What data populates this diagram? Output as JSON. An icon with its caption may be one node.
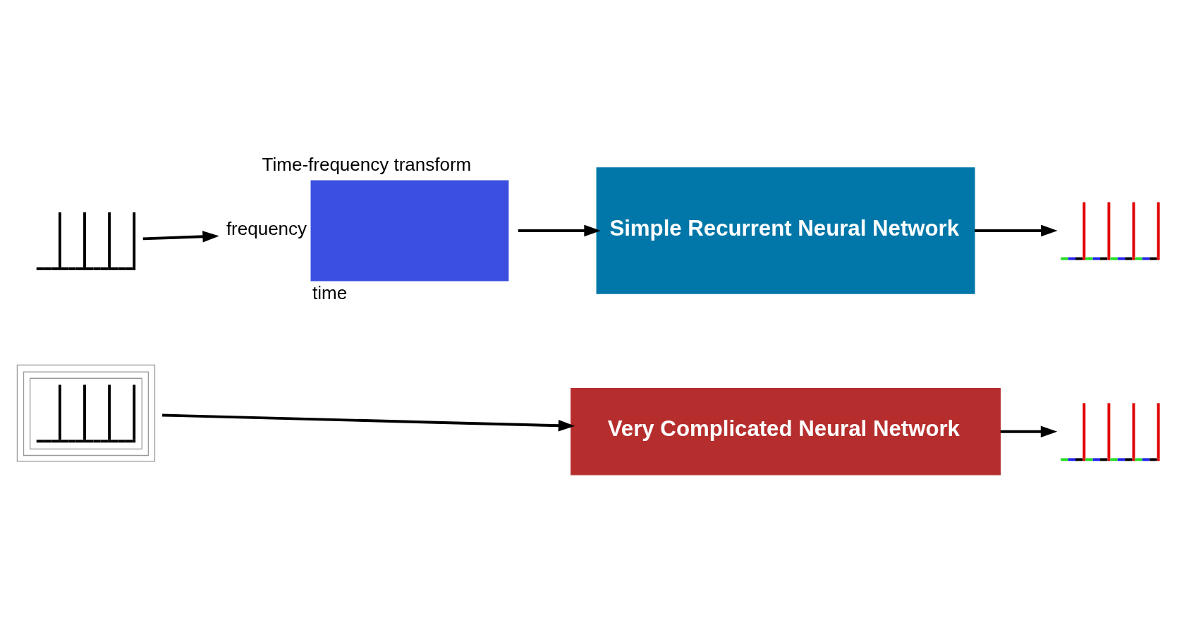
{
  "diagram": {
    "nodes": [
      {
        "text": [],
        "shape": "picture"
      },
      {
        "text": [
          "Time-frequency transform"
        ],
        "beside": [
          "frequency",
          "time"
        ]
      },
      {
        "text": [
          "Simple Recurrent Neural Network"
        ]
      },
      {
        "text": [],
        "shape": "picture"
      },
      {
        "text": [],
        "shape": "picture"
      },
      {
        "text": [
          "Very Complicated Neural Network"
        ]
      },
      {
        "text": [],
        "shape": "picture"
      }
    ],
    "edges": [
      {
        "from": 0,
        "to": 1,
        "arrow": "to"
      },
      {
        "from": 1,
        "to": 2,
        "arrow": "to"
      },
      {
        "from": 2,
        "to": 3,
        "arrow": "to"
      },
      {
        "from": 4,
        "to": 5,
        "arrow": "to"
      },
      {
        "from": 5,
        "to": 6,
        "arrow": "to"
      }
    ]
  }
}
